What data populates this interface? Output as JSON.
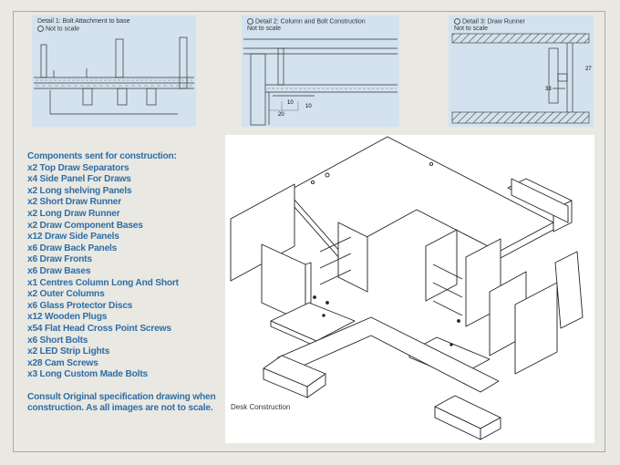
{
  "details": [
    {
      "label": "Detail 1: Bolt Attachment to base",
      "sub": "Not to scale"
    },
    {
      "label": "Detail 2: Column and Bolt Construction",
      "sub": "Not to scale"
    },
    {
      "label": "Detail 3: Draw Runner",
      "sub": "Not to scale"
    }
  ],
  "dims": {
    "d2_a": "10",
    "d2_b": "10",
    "d2_c": "20",
    "d3_a": "27",
    "d3_b": "33"
  },
  "components": {
    "heading": "Components sent for construction:",
    "items": [
      "x2 Top Draw Separators",
      "x4 Side Panel For Draws",
      "x2 Long shelving Panels",
      "x2 Short Draw Runner",
      "x2 Long Draw Runner",
      "x2 Draw Component Bases",
      "x12 Draw Side Panels",
      "x6 Draw Back Panels",
      "x6 Draw Fronts",
      "x6 Draw Bases",
      "x1 Centres Column Long And Short",
      "x2 Outer Columns",
      "x6 Glass Protector Discs",
      "x12 Wooden Plugs",
      "x54 Flat Head Cross Point Screws",
      "x6 Short Bolts",
      "x2 LED Strip Lights",
      "x28 Cam Screws",
      "x3 Long Custom Made Bolts"
    ],
    "note": "Consult Original specification drawing when construction. As all images are not to scale."
  },
  "main_caption": "Desk Construction"
}
